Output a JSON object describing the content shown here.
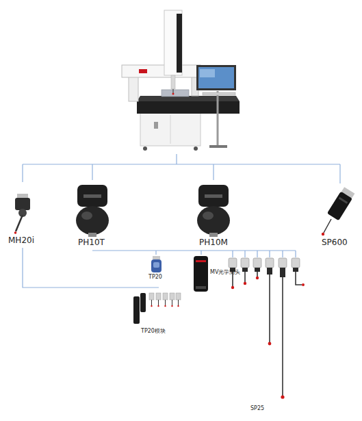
{
  "diagram": {
    "labels": [
      "MH20i",
      "PH10T",
      "PH10M",
      "SP600",
      "TP20",
      "MV光学测头",
      "TP20模块",
      "SP25"
    ]
  }
}
